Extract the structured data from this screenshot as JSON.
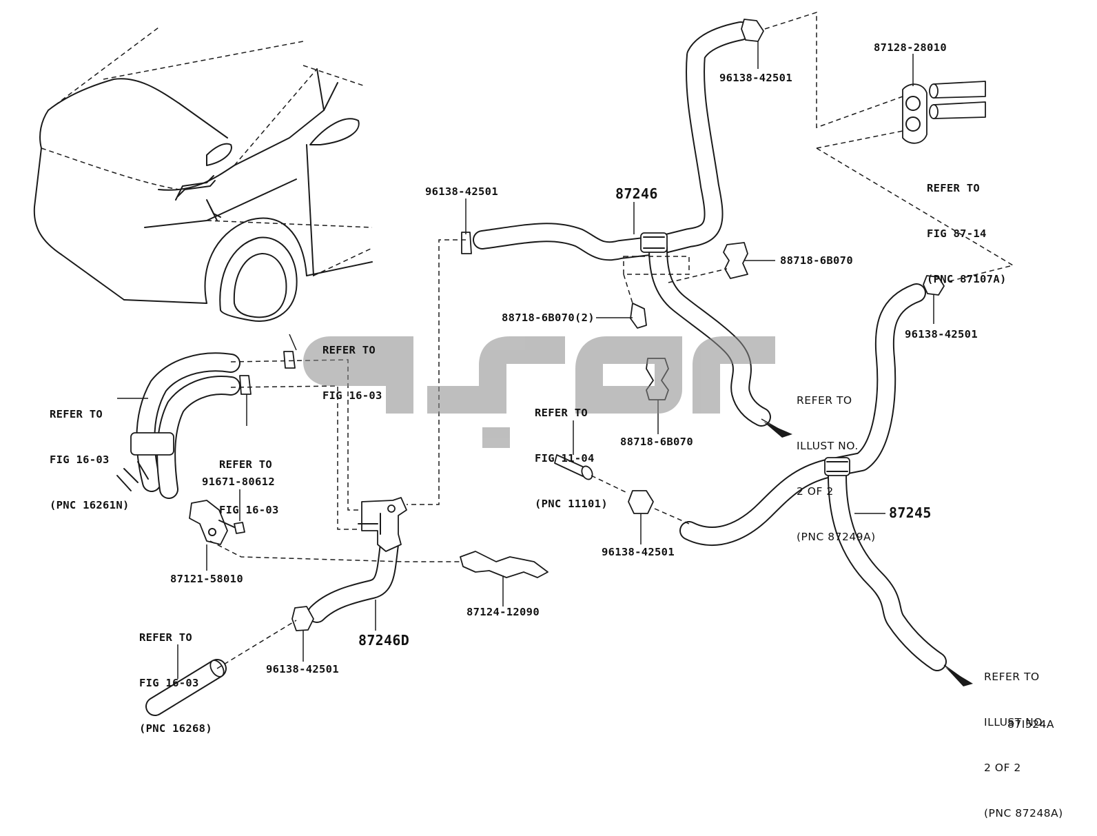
{
  "drawing_id": "87I524A",
  "watermark": "یدکی",
  "labels": {
    "p87128": "87128-28010",
    "refer_87_14": [
      "REFER TO",
      "FIG 87-14",
      "(PNC 87107A)"
    ],
    "p96138_top": "96138-42501",
    "p87246": "87246",
    "p96138_mid": "96138-42501",
    "p88718_a": "88718-6B070",
    "p88718_2": "88718-6B070(2)",
    "refer_16_03_a": [
      "REFER TO",
      "FIG 16-03"
    ],
    "refer_16261N": [
      "REFER TO",
      "FIG 16-03",
      "(PNC 16261N)"
    ],
    "refer_16_03_b": [
      "REFER TO",
      "FIG 16-03"
    ],
    "refer_11_04": [
      "REFER TO",
      "FIG 11-04",
      "(PNC 11101)"
    ],
    "p88718_b": "88718-6B070",
    "refer_87249A": [
      "REFER TO",
      "ILLUST NO.",
      "2 OF 2",
      "(PNC 87249A)"
    ],
    "p96138_right": "96138-42501",
    "p91671": "91671-80612",
    "p87121": "87121-58010",
    "p96138_lower": "96138-42501",
    "p87245": "87245",
    "p87124": "87124-12090",
    "refer_16268": [
      "REFER TO",
      "FIG 16-03",
      "(PNC 16268)"
    ],
    "p96138_bottom": "96138-42501",
    "p87246D": "87246D",
    "refer_87248A": [
      "REFER TO",
      "ILLUST NO.",
      "2 OF 2",
      "(PNC 87248A)"
    ]
  }
}
